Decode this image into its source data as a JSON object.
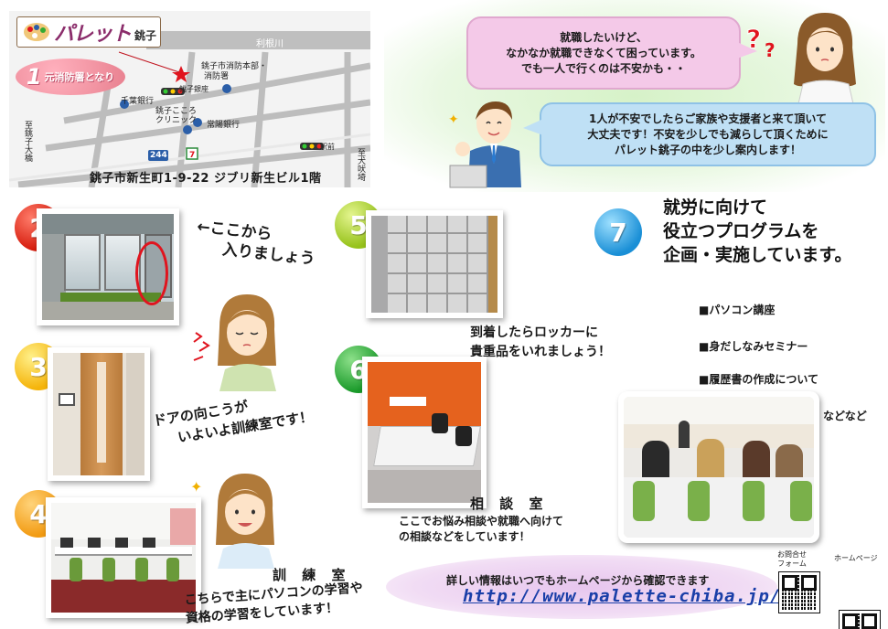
{
  "map": {
    "logo_text": "パレット",
    "logo_sub": "銚子",
    "spot_number": "1",
    "spot_label": "元消防署となり",
    "labels": {
      "river": "利根川",
      "fire_dept": "銚子市消防本部・",
      "fire_dept2": "消防署",
      "ginza": "銚子銀座",
      "chiba_bank": "千葉銀行",
      "kokoro": "銚子こころ",
      "clinic": "クリニック",
      "joyo_bank": "常陽銀行",
      "ohashi": "至銚子大橋",
      "inubo": "至犬吠埼",
      "ekimae": "駅前",
      "route": "244"
    },
    "address": "銚子市新生町1-9-22 ジブリ新生ビル1階"
  },
  "bubbles": {
    "girl_lines": [
      "就職したいけど、",
      "なかなか就職できなくて困っています。",
      "でも一人で行くのは不安かも・・"
    ],
    "staff_lines": [
      "1人が不安でしたらご家族や支援者と来て頂いて",
      "大丈夫です！不安を少しでも減らして頂くために",
      "パレット銚子の中を少し案内します！"
    ]
  },
  "steps": {
    "s2": {
      "num": "2",
      "caption_lines": [
        "←ここから",
        "入りましょう"
      ]
    },
    "s3": {
      "num": "3",
      "caption_lines": [
        "ドアの向こうが",
        "いよいよ訓練室です！"
      ]
    },
    "s4": {
      "num": "4",
      "title": "訓 練 室",
      "caption_lines": [
        "こちらで主にパソコンの学習や",
        "資格の学習をしています！"
      ]
    },
    "s5": {
      "num": "5",
      "caption_lines": [
        "到着したらロッカーに",
        "貴重品をいれましょう！"
      ]
    },
    "s6": {
      "num": "6",
      "title": "相 談 室",
      "caption_lines": [
        "ここでお悩み相談や就職へ向けて",
        "の相談などをしています！"
      ]
    },
    "s7": {
      "num": "7",
      "title_lines": [
        "就労に向けて",
        "役立つプログラムを",
        "企画・実施しています。"
      ],
      "items": [
        "■パソコン講座",
        "■身だしなみセミナー",
        "■履歴書の作成について"
      ],
      "etc": "などなど"
    }
  },
  "footer": {
    "info_text": "詳しい情報はいつでもホームページから確認できます",
    "url": "http://www.palette-chiba.jp/",
    "qr1_label_lines": [
      "お問合せ",
      "フォーム"
    ],
    "qr2_label": "ホームページ"
  },
  "colors": {
    "accent_pink": "#f4c9e8",
    "accent_blue": "#bfe0f5",
    "url_blue": "#1a3fa8",
    "highlight_red": "#e0141e"
  }
}
